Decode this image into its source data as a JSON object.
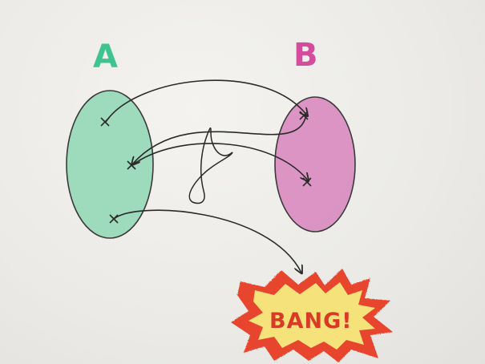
{
  "diagram": {
    "set_a": {
      "label": "A"
    },
    "set_b": {
      "label": "B"
    },
    "domain_collision": {
      "text": "BANG!"
    },
    "colors": {
      "set_a_label": "#3fc48f",
      "set_a_fill": "#8fd8b4",
      "set_b_label": "#d44d9c",
      "set_b_fill": "#d98bbf",
      "arrow_stroke": "#2a2a2a",
      "bang_outer": "#e8452e",
      "bang_inner": "#f6e27a",
      "bang_text": "#d83a26"
    },
    "icons": {
      "crossing_symbol": "hand-drawn-loop-icon",
      "burst": "explosion-burst-icon"
    }
  }
}
